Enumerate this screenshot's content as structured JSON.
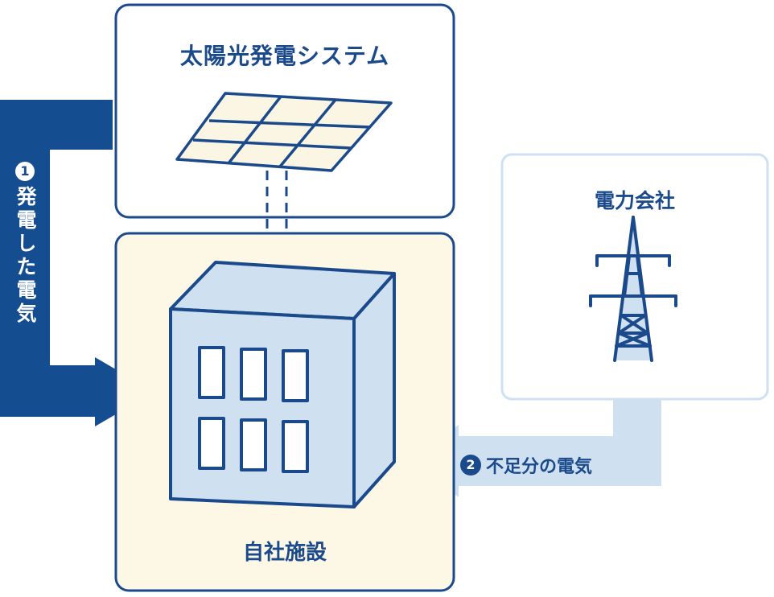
{
  "boxes": {
    "solar": {
      "title": "太陽光発電システム"
    },
    "power_company": {
      "title": "電力会社"
    },
    "facility": {
      "title": "自社施設"
    }
  },
  "flows": [
    {
      "number": "1",
      "label": "発電した電気"
    },
    {
      "number": "2",
      "label": "不足分の電気"
    }
  ],
  "colors": {
    "navy": "#154d91",
    "outline": "#1b4a8c",
    "light_blue": "#cfe0f1",
    "cream": "#fdf8e6",
    "panel_cell": "#faf6e3"
  }
}
